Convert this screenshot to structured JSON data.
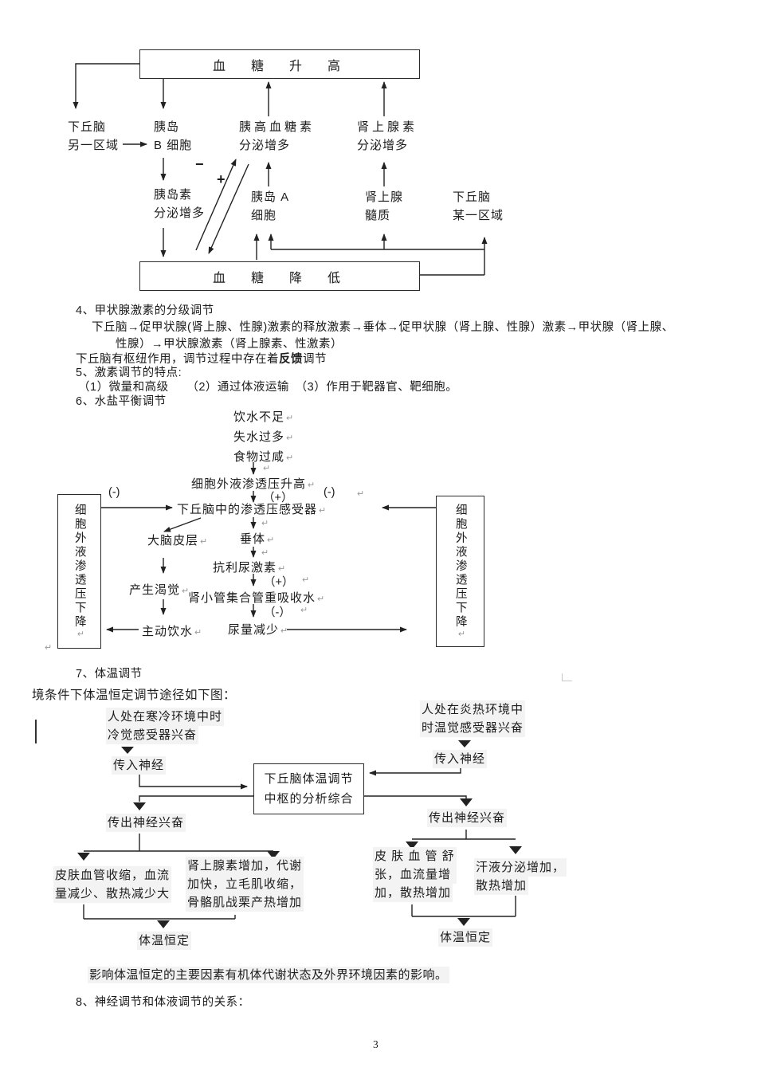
{
  "g": {
    "rm": "↵"
  },
  "bs": {
    "box_high": "血　糖　升　高",
    "box_low": "血　糖　降　低",
    "hypo_other": [
      "下丘脑",
      "另一区域"
    ],
    "islet_b": [
      "胰岛",
      "B 细胞"
    ],
    "glucagon": [
      "胰高血糖素",
      "分泌增多"
    ],
    "adrenaline": [
      "肾上腺素",
      "分泌增多"
    ],
    "insulin": [
      "胰岛素",
      "分泌增多"
    ],
    "islet_a": [
      "胰岛 A",
      "细胞"
    ],
    "medulla": [
      "肾上腺",
      "髓质"
    ],
    "hypo_area": [
      "下丘脑",
      "某一区域"
    ],
    "minus": "−",
    "plus": "+"
  },
  "s4": {
    "heading": "4、甲状腺激素的分级调节",
    "line1": "下丘脑→促甲状腺(肾上腺、性腺)激素的释放激素→垂体→促甲状腺（肾上腺、性腺）激素→甲状腺（肾上腺、",
    "line2": "性腺）→甲状腺激素（肾上腺素、性激素）",
    "note_pre": "下丘脑有枢纽作用，调节过程中存在着",
    "note_bold": "反馈",
    "note_post": "调节"
  },
  "s5": {
    "heading": "5、激素调节的特点:",
    "items": "（1）微量和高级　　（2）通过体液运输　（3）作用于靶器官、靶细胞。"
  },
  "s6": {
    "heading": "6、水盐平衡调节",
    "cause1": "饮水不足",
    "cause2": "失水过多",
    "cause3": "食物过咸",
    "osmo_up": "细胞外液渗透压升高",
    "receptor": "下丘脑中的渗透压感受器",
    "cortex": "大脑皮层",
    "pituitary": "垂体",
    "adh": "抗利尿激素",
    "thirst": "产生渴觉",
    "kidney": "肾小管集合管重吸收水",
    "drink": "主动饮水",
    "urine": "尿量减少",
    "side_box": "细胞外液渗透压下降",
    "plus": "（+）",
    "minus": "（-）",
    "neg": "(-)"
  },
  "s7": {
    "heading": "7、体温调节",
    "intro": "境条件下体温恒定调节途径如下图：",
    "cold1": "人处在寒冷环境中时",
    "cold2": "冷觉感受器兴奋",
    "hot1": "人处在炎热环境中",
    "hot2": "时温觉感受器兴奋",
    "afferent": "传入神经",
    "efferent": "传出神经兴奋",
    "box1": "下丘脑体温调节",
    "box2": "中枢的分析综合",
    "cold_o1a": "皮肤血管收缩，血流",
    "cold_o1b": "量减少、散热减少大",
    "cold_o2a": "肾上腺素增加，代谢",
    "cold_o2b": "加快，立毛肌收缩，",
    "cold_o2c": "骨骼肌战栗产热增加",
    "hot_o1a": "皮 肤 血 管 舒",
    "hot_o1b": "张，血流量增",
    "hot_o1c": "加，散热增加",
    "hot_o2a": "汗液分泌增加，",
    "hot_o2b": "散热增加",
    "stable": "体温恒定",
    "note": "影响体温恒定的主要因素有机体代谢状态及外界环境因素的影响。"
  },
  "s8": {
    "heading": "8、神经调节和体液调节的关系："
  },
  "page": {
    "number": "3"
  }
}
